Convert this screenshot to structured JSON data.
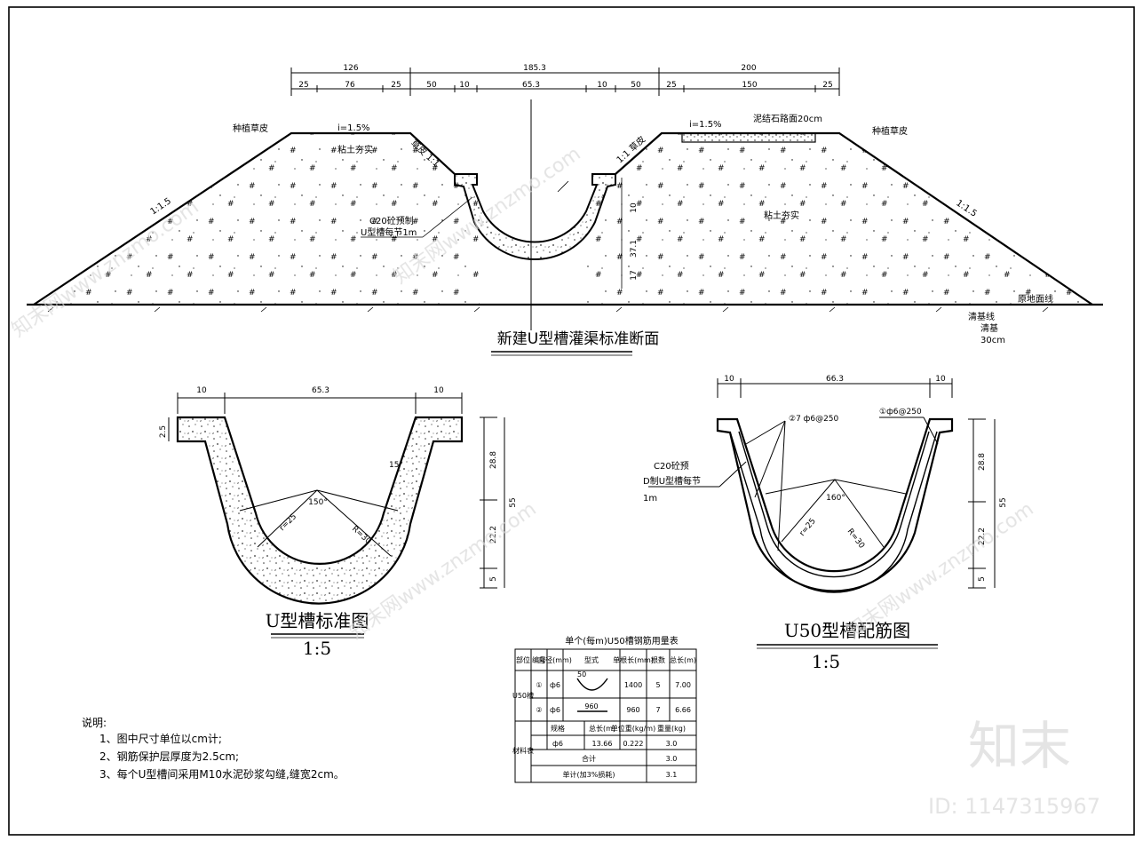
{
  "section": {
    "title": "新建U型槽灌渠标准断面",
    "dims_top": [
      "126",
      "185.3",
      "200"
    ],
    "dims_sub": [
      "25",
      "76",
      "25",
      "50",
      "10",
      "65.3",
      "10",
      "50",
      "25",
      "150",
      "25"
    ],
    "slope_left": "1:1.5",
    "slope_right": "1:1.5",
    "grade_left": "i=1.5%",
    "grade_right": "i=1.5%",
    "grass_left": "种植草皮",
    "grass_right": "种植草皮",
    "inner_slope_left": "草皮 1:1",
    "inner_slope_right": "1:1 草皮",
    "fill_left": "粘土夯实",
    "fill_right": "粘土夯实",
    "pavement": "泥结石路面20cm",
    "precast_1": "C20砼预制",
    "precast_2": "U型槽每节1m",
    "ground_line": "原地面线",
    "clearing_1": "清基线",
    "clearing_2": "清基",
    "clearing_3": "30cm",
    "vdims": [
      "10",
      "37.1",
      "17"
    ]
  },
  "u_standard": {
    "title": "U型槽标准图",
    "scale": "1:5",
    "dims_top": [
      "10",
      "65.3",
      "10"
    ],
    "dims_right": [
      "28.8",
      "55",
      "22.2",
      "5"
    ],
    "dim_left": "2.5",
    "angle": "150°",
    "angle_side": "15°",
    "radius_1": "r=25",
    "radius_2": "R=30"
  },
  "u_rebar": {
    "title": "U50型槽配筋图",
    "scale": "1:5",
    "dims_top": [
      "10",
      "66.3",
      "10"
    ],
    "dims_right": [
      "28.8",
      "55",
      "22.2",
      "5"
    ],
    "rebar_2": "②7 ф6@250",
    "rebar_1": "①ф6@250",
    "note_1": "C20砼预",
    "note_2": "D制U型槽每节",
    "note_3": "1m",
    "angle": "160°",
    "radius_1": "r=25",
    "radius_2": "R=30"
  },
  "rebar_table": {
    "title": "单个(每m)U50槽钢筋用量表",
    "headers": [
      "部位",
      "编号",
      "直径(mm)",
      "型式",
      "单根长(mm)",
      "根数",
      "总长(m)"
    ],
    "part": "U50槽",
    "rows": [
      {
        "no": "①",
        "dia": "ф6",
        "shape_dim": "50",
        "len": "1400",
        "count": "5",
        "total": "7.00"
      },
      {
        "no": "②",
        "dia": "ф6",
        "shape_dim": "960",
        "len": "960",
        "count": "7",
        "total": "6.66"
      }
    ],
    "mat_label": "材料表",
    "mat_headers": [
      "规格",
      "总长(m)",
      "单位重(kg/m)",
      "重量(kg)"
    ],
    "mat_row": [
      "ф6",
      "13.66",
      "0.222",
      "3.0"
    ],
    "sum_label": "合计",
    "sum_value": "3.0",
    "unit_label": "单计(加3%损耗)",
    "unit_value": "3.1"
  },
  "notes": {
    "heading": "说明:",
    "items": [
      "1、图中尺寸单位以cm计;",
      "2、钢筋保护层厚度为2.5cm;",
      "3、每个U型槽间采用M10水泥砂浆勾缝,缝宽2cm。"
    ]
  },
  "watermark": {
    "brand": "知末",
    "id": "ID: 1147315967",
    "site": "知末网www.znzmo.com"
  }
}
